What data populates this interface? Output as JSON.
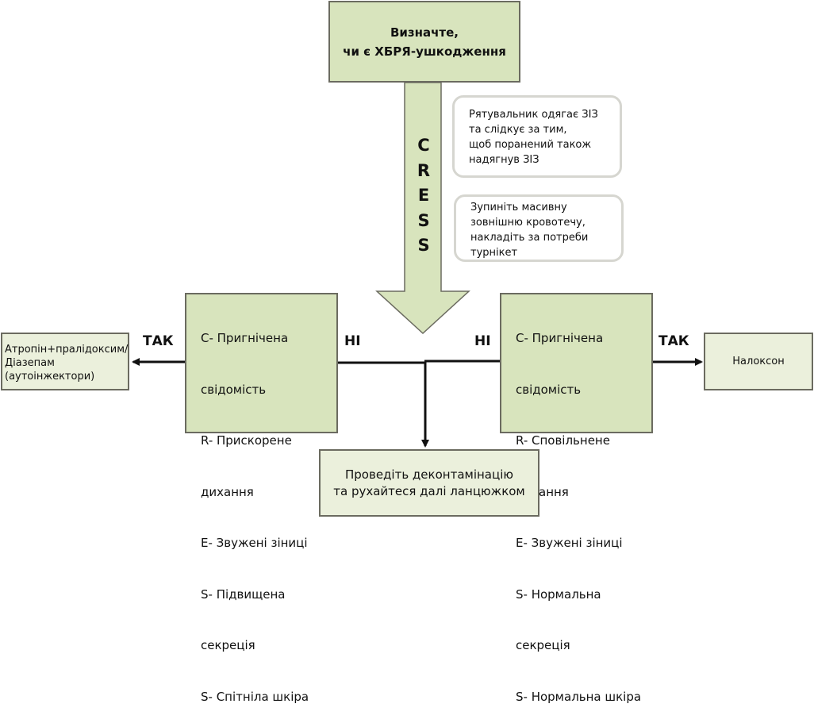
{
  "colors": {
    "box_fill": "#d8e4bd",
    "box_fill_light": "#ebf0dc",
    "box_border": "#6b6b60",
    "note_border": "#d6d6d0",
    "connector": "#111111"
  },
  "top_box": {
    "line1": "Визначте,",
    "line2": "чи є ХБРЯ-ушкодження"
  },
  "cress_arrow": {
    "letters": [
      "C",
      "R",
      "E",
      "S",
      "S"
    ]
  },
  "notes": [
    {
      "text": "Рятувальник одягає ЗІЗ\nта слідкує за тим,\nщоб поранений також\nнадягнув ЗІЗ"
    },
    {
      "text": "Зупиніть масивну\nзовнішню кровотечу,\nнакладіть за потреби\nтурнікет"
    }
  ],
  "left_symptoms": {
    "lines": [
      "C- Пригнічена",
      "свідомість",
      "R- Прискорене",
      "дихання",
      "E- Звужені зіниці",
      "S- Підвищена",
      "секреція",
      "S- Спітніла шкіра"
    ]
  },
  "right_symptoms": {
    "lines": [
      "C- Пригнічена",
      "свідомість",
      "R- Сповільнене",
      "дихання",
      "E- Звужені зіниці",
      "S- Нормальна",
      "секреція",
      "S- Нормальна шкіра"
    ]
  },
  "labels": {
    "yes_left": "ТАК",
    "no_left": "НІ",
    "no_right": "НІ",
    "yes_right": "ТАК"
  },
  "atropine_box": {
    "line1": "Атропін+пралідоксим/",
    "line2": "Діазепам",
    "line3": "(аутоінжектори)"
  },
  "naloxone_box": {
    "text": "Налоксон"
  },
  "bottom_box": {
    "line1": "Проведіть деконтамінацію",
    "line2": "та рухайтеся далі ланцюжком"
  }
}
